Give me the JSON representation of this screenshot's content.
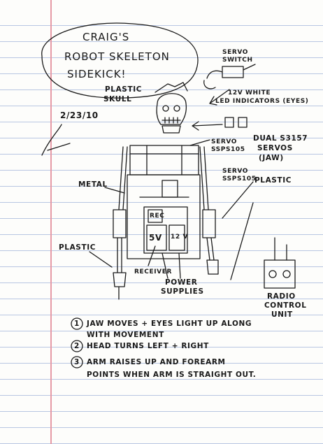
{
  "title": {
    "line1": "CRAIG'S",
    "line2": "ROBOT SKELETON",
    "line3": "SIDEKICK!"
  },
  "date": "2/23/10",
  "labels": {
    "servo_switch": [
      "SERVO",
      "SWITCH"
    ],
    "led": [
      "12V WHITE",
      "LED INDICATORS (EYES)"
    ],
    "plastic_skull": [
      "PLASTIC",
      "SKULL"
    ],
    "servo_top": [
      "SERVO",
      "SSPS105"
    ],
    "dual_servos": [
      "DUAL S3157",
      "SERVOS",
      "(JAW)"
    ],
    "servo_mid": [
      "SERVO",
      "SSPS105"
    ],
    "metal": "METAL",
    "plastic_right": "PLASTIC",
    "plastic_left": "PLASTIC",
    "rec": "REC",
    "v5": "5V",
    "v12": "12 V",
    "receiver": "RECEIVER",
    "power": [
      "POWER",
      "SUPPLIES"
    ],
    "radio": [
      "RADIO",
      "CONTROL",
      "UNIT"
    ]
  },
  "notes": [
    {
      "num": "1",
      "lines": [
        "JAW MOVES + EYES LIGHT UP ALONG",
        "WITH MOVEMENT"
      ]
    },
    {
      "num": "2",
      "lines": [
        "HEAD TURNS LEFT + RIGHT"
      ]
    },
    {
      "num": "3",
      "lines": [
        "ARM RAISES UP AND FOREARM",
        "POINTS WHEN ARM IS STRAIGHT OUT."
      ]
    }
  ]
}
